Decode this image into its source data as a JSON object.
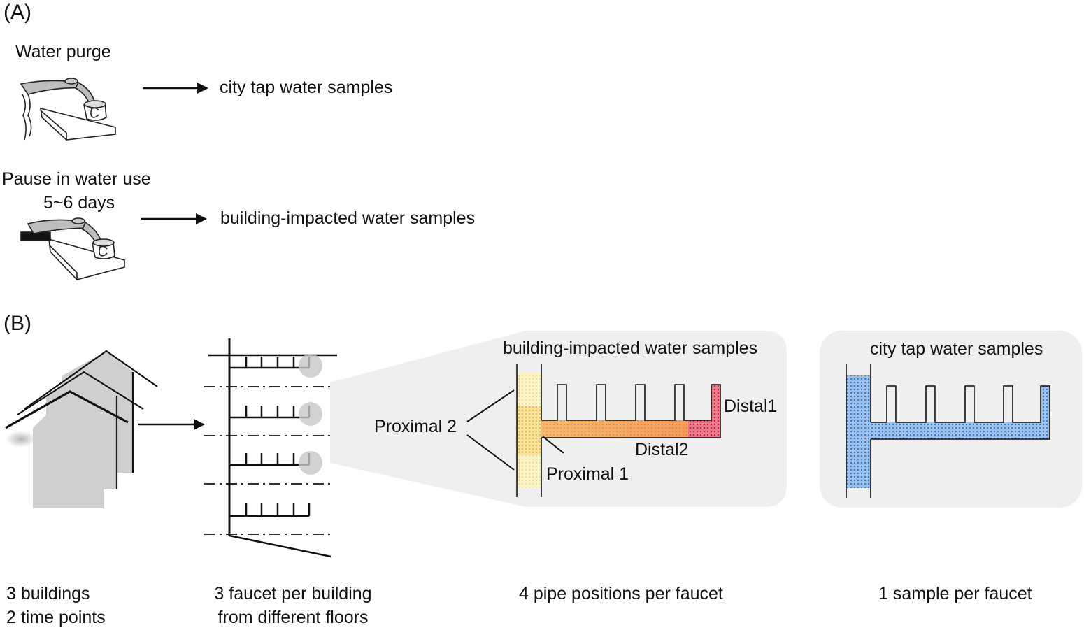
{
  "panel_a": {
    "label": "(A)",
    "step1": {
      "title": "Water purge",
      "result": "city tap water samples"
    },
    "step2": {
      "title": "Pause in water use",
      "duration": "5~6 days",
      "result": "building-impacted water samples"
    }
  },
  "panel_b": {
    "label": "(B)",
    "building_panel_title": "building-impacted water samples",
    "city_panel_title": "city tap water samples",
    "positions": {
      "proximal2": "Proximal 2",
      "proximal1": "Proximal 1",
      "distal1": "Distal1",
      "distal2": "Distal2"
    },
    "captions": {
      "buildings_line1": "3 buildings",
      "buildings_line2": "2 time points",
      "faucets_line1": "3 faucet per building",
      "faucets_line2": "from different floors",
      "pipe_positions": "4 pipe positions per faucet",
      "city_sample": "1 sample per faucet"
    }
  },
  "colors": {
    "proximal2": "#f5e6a0",
    "proximal1": "#f0cf7a",
    "distal2": "#ec9a4e",
    "distal1": "#d8304c",
    "city_water": "#5b95d6",
    "panel_bg": "#efefef",
    "building_fill": "#cfcfcf"
  }
}
